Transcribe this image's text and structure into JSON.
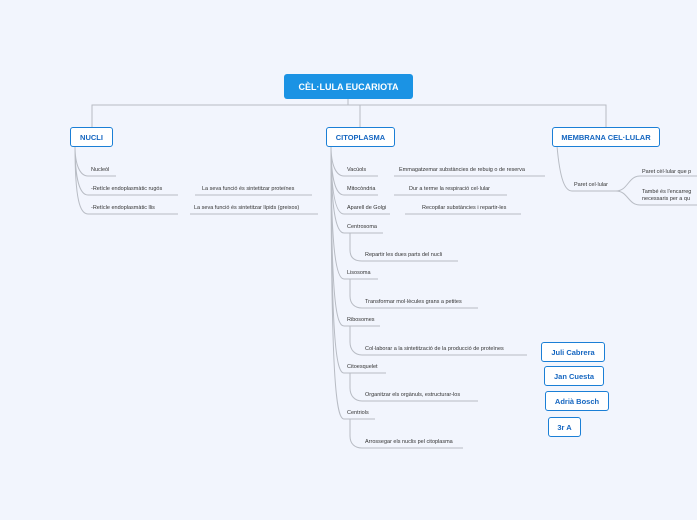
{
  "root": "CÈL·LULA EUCARIOTA",
  "nucli": {
    "label": "NUCLI",
    "items": [
      {
        "label": "Nucleòl",
        "desc": ""
      },
      {
        "label": "-Retícle endoplasmàtic rugós",
        "desc": "La seva funció és sintetitzar proteïnes"
      },
      {
        "label": "-Retícle endoplasmàtic llis",
        "desc": "La seva funció és sintetitzar lípids (greixos)"
      }
    ]
  },
  "citoplasma": {
    "label": "CITOPLASMA",
    "items": [
      {
        "label": "Vacúols",
        "desc": "Emmagatzemar substàncies de rebuig o de reserva"
      },
      {
        "label": "Mitocòndria",
        "desc": "Dur a terme la respiració cel·lular"
      },
      {
        "label": "Aparell de Golgi",
        "desc": "Recopilar substàncies i repartir-les"
      },
      {
        "label": "Centrosoma",
        "desc": "Repartir les dues parts del nucli"
      },
      {
        "label": "Lisosoma",
        "desc": "Transformar mol·lècules grans a petites"
      },
      {
        "label": "Ribosomes",
        "desc": "Col·laborar a la sintetització de la producció de proteïnes"
      },
      {
        "label": "Citoesquelet",
        "desc": "Organitzar els orgànuls, estructurar-los"
      },
      {
        "label": "Centriols",
        "desc": "Arrossegar els nuclis pel citoplasma"
      }
    ]
  },
  "membrana": {
    "label": "MEMBRANA CEL·LULAR",
    "item": "Paret cel·lular",
    "desc1": "Paret cèl·lular que p",
    "desc2a": "També és l'encarreg",
    "desc2b": "necessaris per a qu"
  },
  "authors": [
    "Juli Cabrera",
    "Jan Cuesta",
    "Adrià Bosch",
    "3r A"
  ]
}
